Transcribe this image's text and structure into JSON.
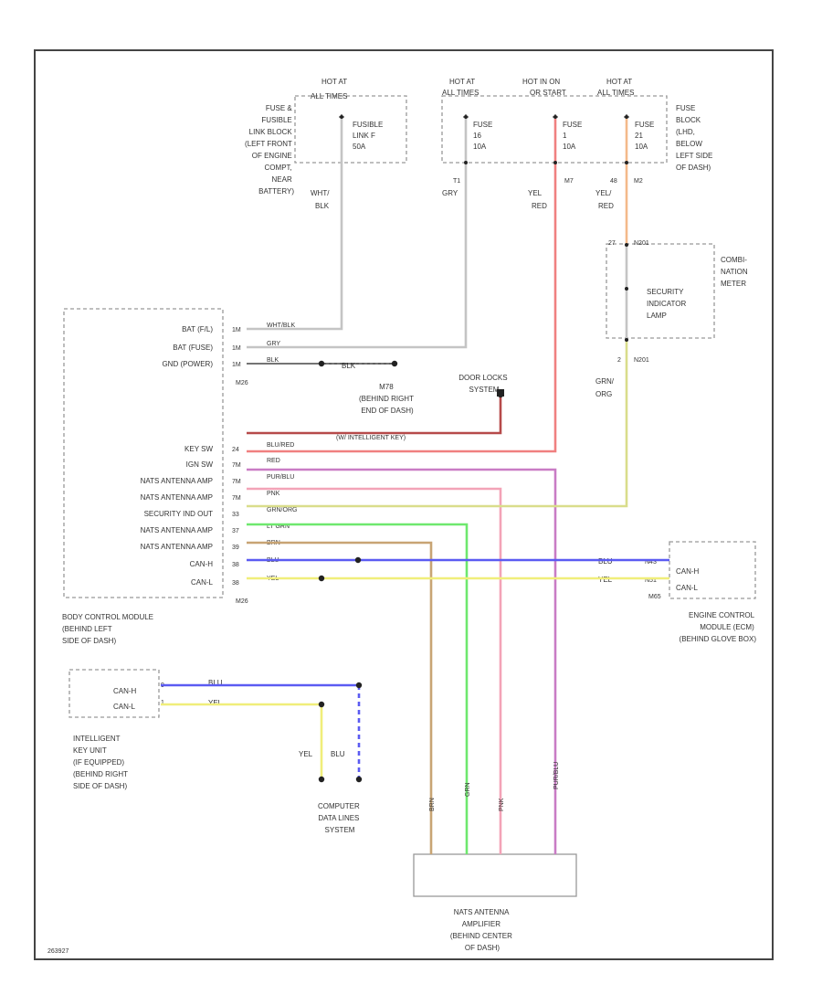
{
  "fuse_source": {
    "hot_at": "HOT AT",
    "all_times": "ALL TIMES",
    "link": [
      "FUSIBLE",
      "LINK F",
      "50A"
    ],
    "location": [
      "FUSE &",
      "FUSIBLE",
      "LINK BLOCK",
      "(LEFT FRONT",
      "OF ENGINE",
      "COMPT,",
      "NEAR",
      "BATTERY)"
    ],
    "wire_color": [
      "WHT/",
      "BLK"
    ]
  },
  "fuse_block": {
    "groups": [
      {
        "hot": "HOT AT",
        "when": "ALL TIMES"
      },
      {
        "hot": "HOT IN ON",
        "when": "OR START"
      },
      {
        "hot": "HOT AT",
        "when": "ALL TIMES"
      }
    ],
    "fuses": [
      {
        "name": "FUSE",
        "number": "16",
        "amps": "10A"
      },
      {
        "name": "FUSE",
        "number": "1",
        "amps": "10A"
      },
      {
        "name": "FUSE",
        "number": "21",
        "amps": "10A"
      }
    ],
    "location": [
      "FUSE",
      "BLOCK",
      "(LHD,",
      "BELOW",
      "LEFT SIDE",
      "OF DASH)"
    ],
    "pins": [
      "T1",
      "M7",
      "M2",
      "48"
    ],
    "wire_colors": [
      "GRY",
      "YEL",
      "RED",
      "YEL/",
      "RED"
    ]
  },
  "combination_meter": {
    "name": [
      "COMBI-",
      "NATION",
      "METER"
    ],
    "lamp": [
      "SECURITY",
      "INDICATOR",
      "LAMP"
    ],
    "pins": [
      "27",
      "N201",
      "2",
      "N201"
    ],
    "wire_color": [
      "GRN/",
      "ORG"
    ]
  },
  "bcm": {
    "labels": [
      "BAT (F/L)",
      "BAT (FUSE)",
      "GND (POWER)",
      "KEY SW",
      "IGN SW",
      "NATS ANTENNA AMP",
      "NATS ANTENNA AMP",
      "SECURITY IND OUT",
      "NATS ANTENNA AMP",
      "NATS ANTENNA AMP",
      "CAN-H",
      "CAN-L"
    ],
    "pins": [
      "1M",
      "1M",
      "1M",
      "24",
      "7M",
      "7M",
      "7M",
      "33",
      "37",
      "39",
      "38",
      "38"
    ],
    "wires": [
      "WHT/BLK",
      "GRY",
      "BLK",
      "BLU/RED",
      "RED",
      "PUR/BLU",
      "PNK",
      "GRN/ORG",
      "LT GRN",
      "BRN",
      "BLU",
      "YEL"
    ],
    "connector": "M26",
    "connector2": "M26",
    "name": [
      "BODY CONTROL MODULE",
      "(BEHIND LEFT",
      "SIDE OF DASH)"
    ]
  },
  "ground": {
    "wire": "BLK",
    "id": "M78",
    "location": [
      "M78",
      "(BEHIND RIGHT",
      "END OF DASH)"
    ]
  },
  "door_locks": {
    "label": [
      "DOOR LOCKS",
      "SYSTEM"
    ],
    "note": "(W/ INTELLIGENT KEY)"
  },
  "ecm": {
    "pins": [
      "BLU",
      "N43",
      "YEL",
      "N51"
    ],
    "labels": [
      "CAN-H",
      "CAN-L"
    ],
    "connector": "M65",
    "name": [
      "ENGINE CONTROL",
      "MODULE (ECM)",
      "(BEHIND GLOVE BOX)"
    ]
  },
  "ikey": {
    "labels": [
      "CAN-H",
      "CAN-L"
    ],
    "pins": [
      "9",
      "1"
    ],
    "wires": [
      "BLU",
      "YEL"
    ],
    "name": [
      "INTELLIGENT",
      "KEY UNIT",
      "(IF EQUIPPED)",
      "(BEHIND RIGHT",
      "SIDE OF DASH)"
    ]
  },
  "computer_data": {
    "wires": [
      "YEL",
      "BLU"
    ],
    "label": [
      "COMPUTER",
      "DATA LINES",
      "SYSTEM"
    ]
  },
  "nats_amp": {
    "wires": [
      "BRN",
      "GRN",
      "PNK",
      "PUR/BLU"
    ],
    "name": [
      "NATS ANTENNA",
      "AMPLIFIER",
      "(BEHIND CENTER",
      "OF DASH)"
    ]
  },
  "footer": {
    "code": "263927"
  },
  "colors": {
    "gray": "#c4c4c4",
    "red": "#f08080",
    "orange": "#f3b98a",
    "maroon": "#b64a4a",
    "purple": "#c97cc5",
    "pink": "#f3a3b7",
    "olive": "#d9dd8b",
    "green": "#6ee86e",
    "brown": "#c8a474",
    "blue": "#5b5bf2",
    "yellow": "#f0ee7a",
    "black": "#222222"
  }
}
